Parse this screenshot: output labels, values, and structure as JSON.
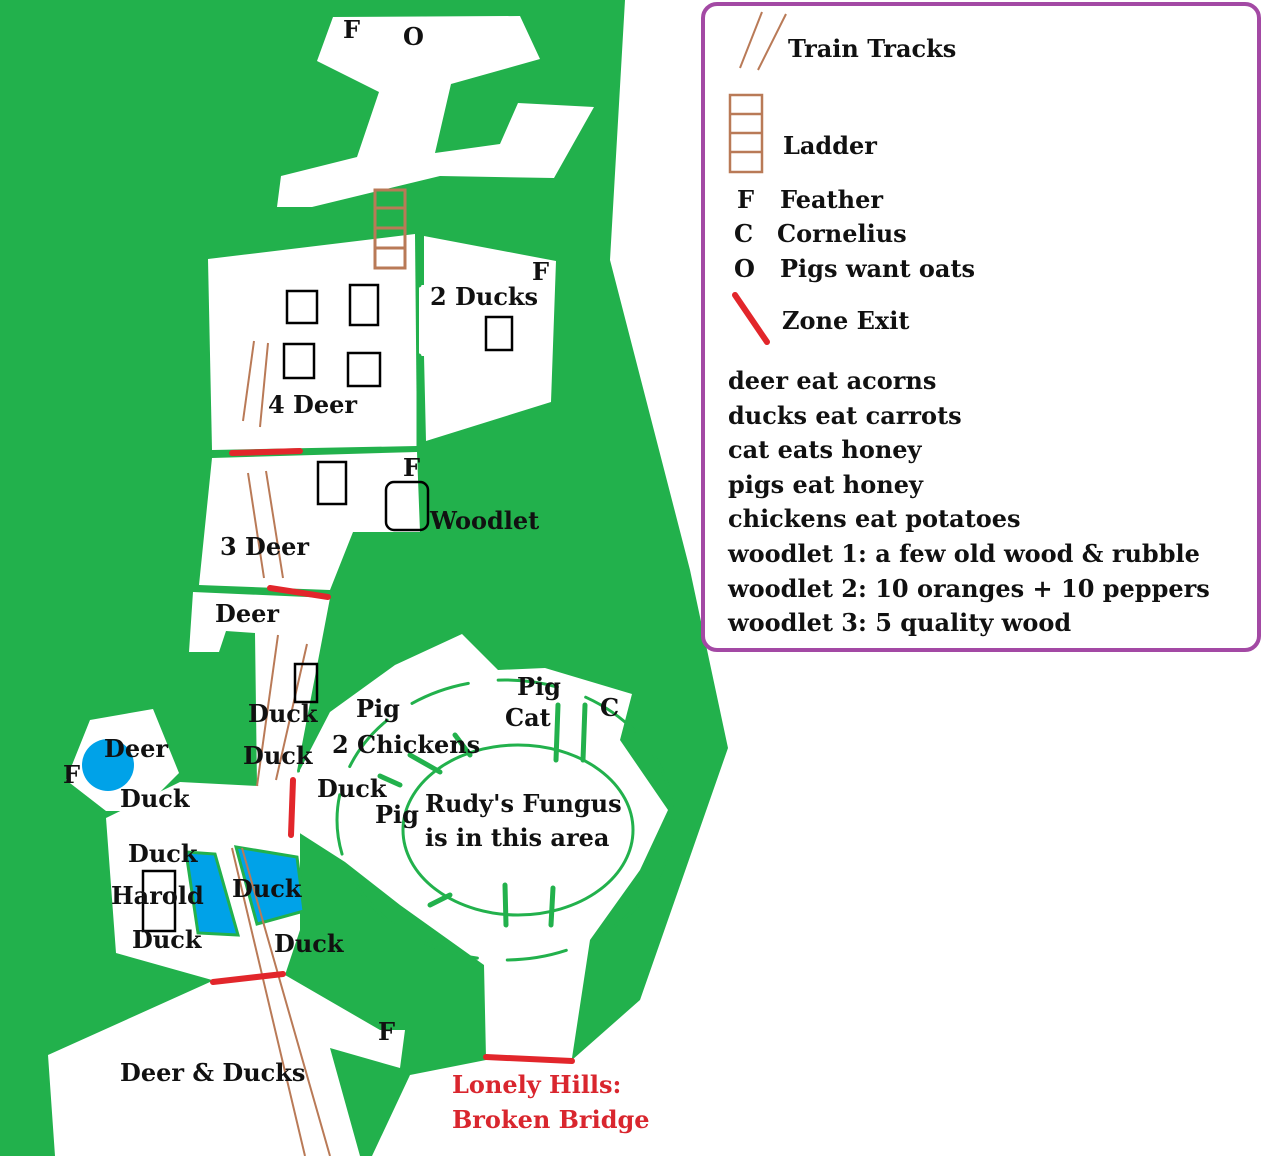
{
  "colors": {
    "terrain": "#22b14c",
    "water": "#00a2e8",
    "exit": "#e2262b",
    "tracks": "#b97a57",
    "legend_border": "#a349a4",
    "zone_label": "#d9262e"
  },
  "map_labels": {
    "top_f": "F",
    "top_o": "O",
    "ducks2_f": "F",
    "ducks2": "2 Ducks",
    "deer4": "4 Deer",
    "woodlet_f": "F",
    "woodlet": "Woodlet",
    "deer3": "3 Deer",
    "deer_a": "Deer",
    "duck_a": "Duck",
    "pig_a": "Pig",
    "pig_b": "Pig",
    "cat": "Cat",
    "c_mark": "C",
    "chickens": "2 Chickens",
    "duck_b": "Duck",
    "deer_b": "Deer",
    "pond_f": "F",
    "duck_c": "Duck",
    "duck_d": "Duck",
    "pig_c": "Pig",
    "fungus_1": "Rudy's Fungus",
    "fungus_2": "is in this area",
    "duck_e": "Duck",
    "harold": "Harold",
    "duck_f": "Duck",
    "duck_g": "Duck",
    "duck_h": "Duck",
    "bottom_f": "F",
    "deer_ducks": "Deer & Ducks",
    "zone_1": "Lonely Hills:",
    "zone_2": "Broken Bridge"
  },
  "legend": {
    "train_tracks": "Train Tracks",
    "ladder": "Ladder",
    "feather_key": "F",
    "feather": "Feather",
    "cornelius_key": "C",
    "cornelius": "Cornelius",
    "oats_key": "O",
    "oats": "Pigs want oats",
    "zone_exit": "Zone Exit",
    "notes": [
      "deer eat acorns",
      "ducks eat carrots",
      "cat eats honey",
      "pigs eat honey",
      "chickens eat potatoes",
      "woodlet 1:  a few old wood & rubble",
      "woodlet 2:  10 oranges + 10 peppers",
      "woodlet 3:  5 quality wood"
    ]
  }
}
